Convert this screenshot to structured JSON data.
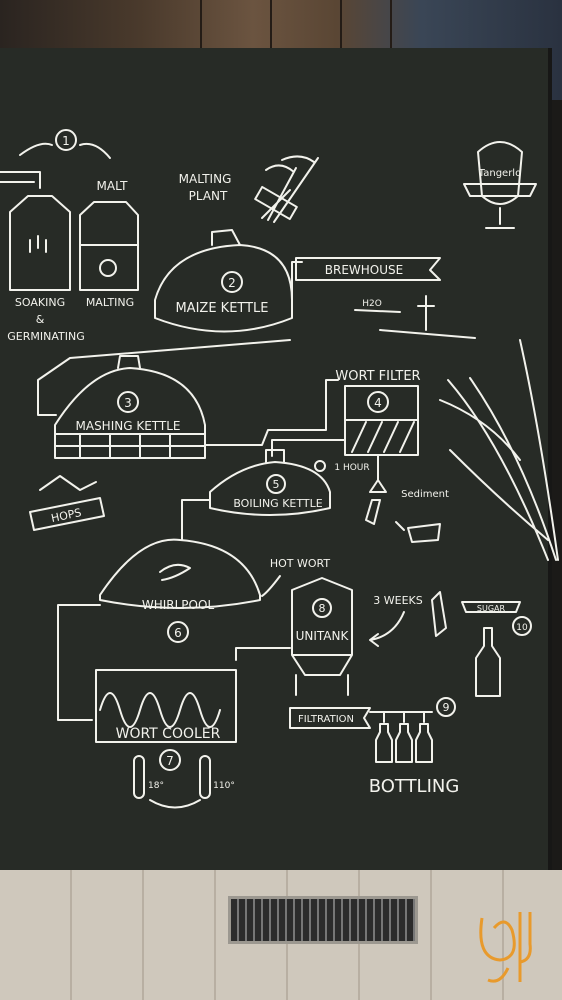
{
  "diagram": {
    "step_1": "1",
    "malt": "MALT",
    "malting_plant": [
      "MALTING",
      "PLANT"
    ],
    "soaking": [
      "SOAKING",
      "&",
      "GERMINATING"
    ],
    "malting": "MALTING",
    "step_2": "2",
    "maize_kettle": "MAIZE KETTLE",
    "brewhouse": "BREWHOUSE",
    "h2o": "H2O",
    "step_3": "3",
    "mashing_kettle": "MASHING KETTLE",
    "wort_filter": "WORT FILTER",
    "step_4": "4",
    "step_5": "5",
    "boiling_kettle": "BOILING KETTLE",
    "one_hour": "1 HOUR",
    "sediment": "Sediment",
    "hops": "HOPS",
    "hot_wort": "HOT WORT",
    "whirlpool": "WHIRLPOOL",
    "step_6": "6",
    "three_weeks": "3 WEEKS",
    "step_8": "8",
    "unitank": "UNITANK",
    "sugar": "SUGAR",
    "step_10": "10",
    "filtration": "FILTRATION",
    "step_9": "9",
    "wort_cooler": "WORT COOLER",
    "step_7": "7",
    "temp_low": "18°",
    "temp_high": "110°",
    "bottling": "BOTTLING",
    "glass_brand": "Tangerlo"
  }
}
